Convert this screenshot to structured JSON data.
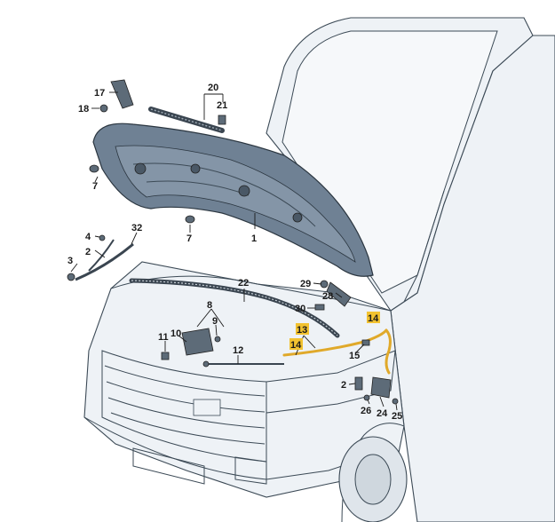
{
  "callouts": {
    "c1": "1",
    "c2a": "2",
    "c2b": "2",
    "c3": "3",
    "c4": "4",
    "c7a": "7",
    "c7b": "7",
    "c8": "8",
    "c9": "9",
    "c10": "10",
    "c11": "11",
    "c12": "12",
    "c13": "13",
    "c14a": "14",
    "c14b": "14",
    "c15": "15",
    "c17": "17",
    "c18": "18",
    "c20": "20",
    "c21": "21",
    "c22": "22",
    "c24": "24",
    "c25": "25",
    "c26": "26",
    "c28": "28",
    "c29": "29",
    "c30": "30",
    "c32": "32"
  },
  "colors": {
    "highlight": "#f2c230",
    "cable": "#e0a92a",
    "hood": "#6f8194"
  }
}
